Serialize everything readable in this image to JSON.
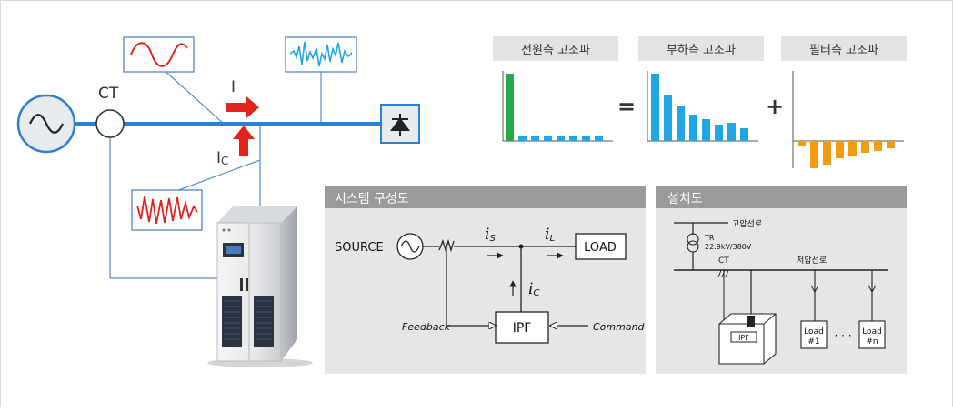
{
  "left": {
    "ct_label": "CT",
    "current_I": "I",
    "current_Ic_main": "I",
    "current_Ic_sub": "C"
  },
  "spectrum": {
    "source_title": "전원측 고조파",
    "load_title": "부하측 고조파",
    "filter_title": "필터측 고조파",
    "equals": "=",
    "plus": "+",
    "colors": {
      "source_main": "#2aa84a",
      "harmonic_blue": "#1fa6e3",
      "filter_orange": "#f39c12",
      "title_bg": "#e3e3e3"
    }
  },
  "system": {
    "title": "시스템 구성도",
    "source": "SOURCE",
    "load": "LOAD",
    "ipf": "IPF",
    "feedback": "Feedback",
    "command": "Command",
    "i_main": "i",
    "is_sub": "S",
    "il_sub": "L",
    "ic_sub": "C"
  },
  "install": {
    "title": "설치도",
    "hv_line": "고압선로",
    "tr": "TR",
    "tr_rating": "22.9kV/380V",
    "ct": "CT",
    "lv_line": "저압선로",
    "ipf": "IPF",
    "load1_a": "Load",
    "load1_b": "#1",
    "dots": "· · ·",
    "loadn_a": "Load",
    "loadn_b": "#n"
  },
  "colors": {
    "bus_blue": "#2b7fd4",
    "thin_blue": "#5b8fc8",
    "arrow_red": "#e3231c",
    "wave_red": "#e3231c",
    "panel_gray": "#e6e6e6",
    "panel_title_bg": "#9a9a9a"
  }
}
